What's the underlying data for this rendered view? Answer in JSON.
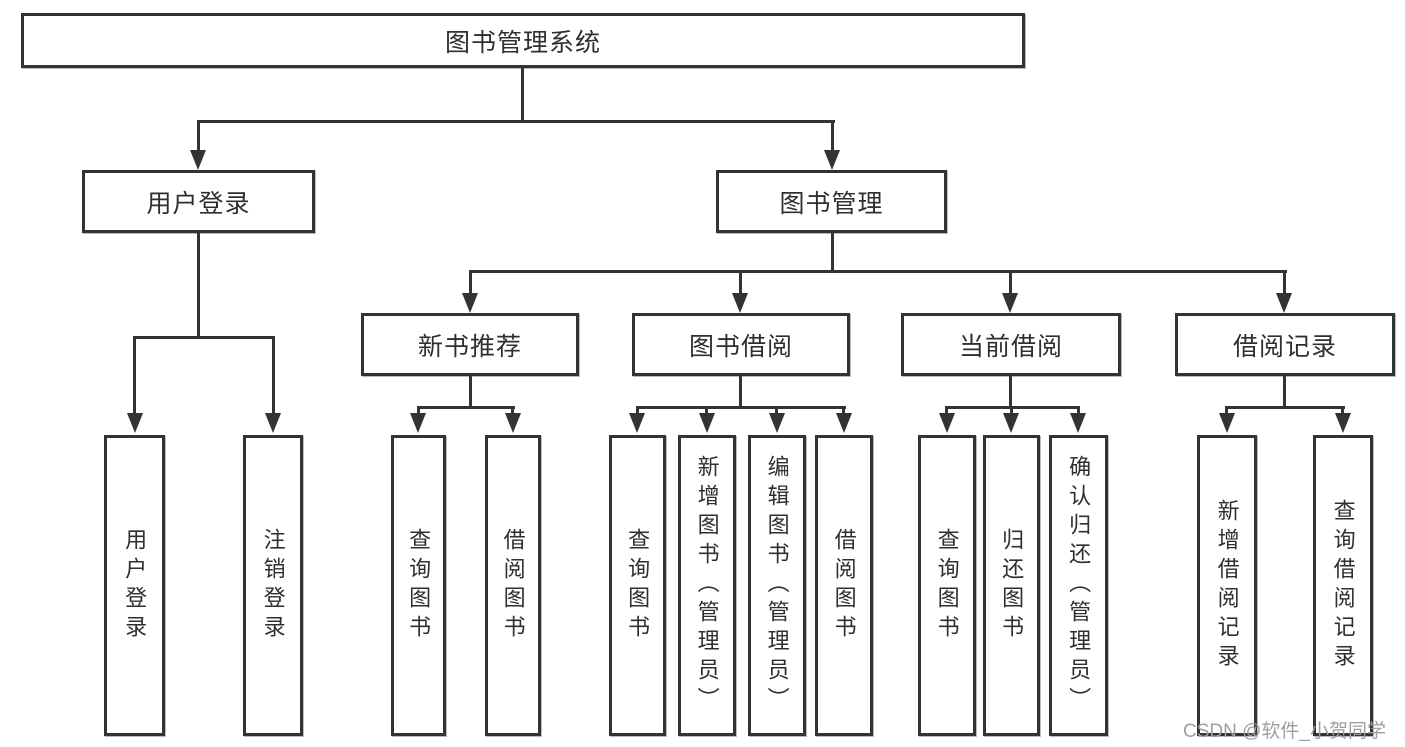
{
  "tree": {
    "root": {
      "label": "图书管理系统",
      "children": [
        {
          "label": "用户登录",
          "children": [
            {
              "label": "用户登录"
            },
            {
              "label": "注销登录"
            }
          ]
        },
        {
          "label": "图书管理",
          "children": [
            {
              "label": "新书推荐",
              "children": [
                {
                  "label": "查询图书"
                },
                {
                  "label": "借阅图书"
                }
              ]
            },
            {
              "label": "图书借阅",
              "children": [
                {
                  "label": "查询图书"
                },
                {
                  "label": "新增图书（管理员）"
                },
                {
                  "label": "编辑图书（管理员）"
                },
                {
                  "label": "借阅图书"
                }
              ]
            },
            {
              "label": "当前借阅",
              "children": [
                {
                  "label": "查询图书"
                },
                {
                  "label": "归还图书"
                },
                {
                  "label": "确认归还（管理员）"
                }
              ]
            },
            {
              "label": "借阅记录",
              "children": [
                {
                  "label": "新增借阅记录"
                },
                {
                  "label": "查询借阅记录"
                }
              ]
            }
          ]
        }
      ]
    }
  },
  "watermark": {
    "text": "CSDN @软件_小贺同学"
  },
  "colors": {
    "line": "#333333",
    "text": "#2f2f2f",
    "box_background": "#ffffff",
    "watermark": "#9e9e9e",
    "background": "#ffffff"
  }
}
